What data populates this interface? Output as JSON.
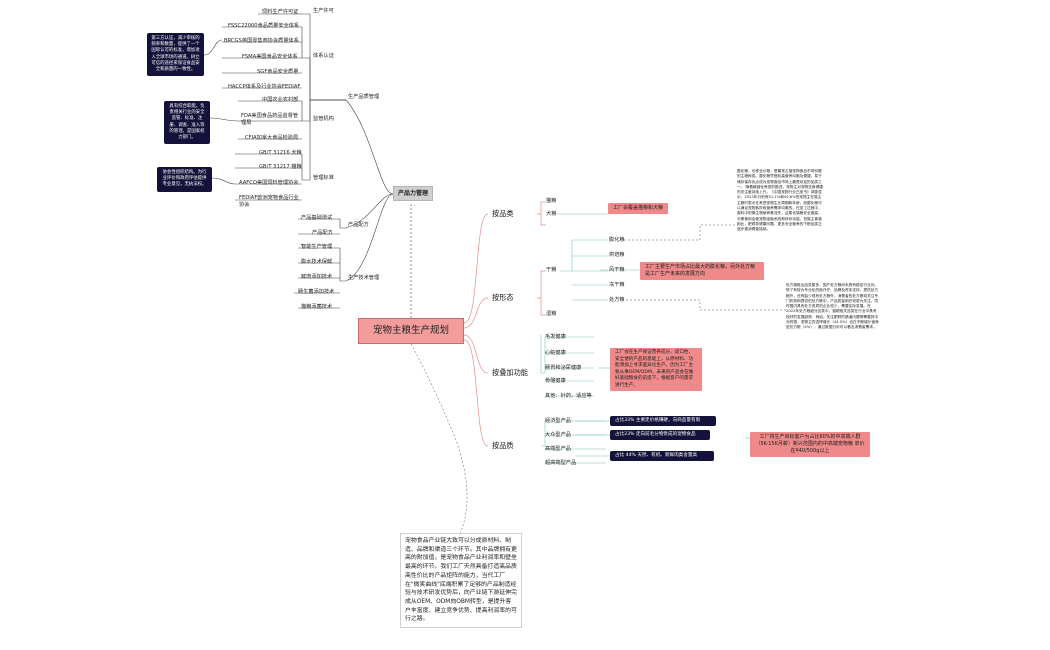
{
  "root": {
    "title": "宠物主粮生产规划"
  },
  "management": {
    "title": "产品力管理",
    "production_mgmt": {
      "label": "生产品质管理",
      "permits": {
        "label": "生产许可",
        "items": [
          "饲料生产许可证"
        ]
      },
      "certification": {
        "label": "体系认证",
        "items": [
          "FSSC22000食品质量安全体系",
          "BRCGS英国零售商协会质量体系",
          "FSMA美国食品安全体系",
          "SGF食品安全质量",
          "HACCP体系及行业协会FEDIAF"
        ]
      },
      "regulators": {
        "label": "监管机构",
        "items": [
          "中国农业农村部",
          "FDA美国食品药品监督管理局",
          "CFIA加拿大食品检验局"
        ]
      },
      "standards": {
        "label": "管理标准",
        "items": [
          "GB/T 31216 犬粮",
          "GB/T 31217 猫粮",
          "AAFCO美国饲料管理协会",
          "FEDIAF欧洲宠物食品行业协会"
        ]
      }
    },
    "formula_mgmt": {
      "label": "产品配方",
      "items": [
        "产品基础测试",
        "产品配方"
      ]
    },
    "tech_mgmt": {
      "label": "生产技术管理",
      "items": [
        "智能生产管理",
        "膨水技术保鲜",
        "鲜肉添加技术",
        "肠生菌添加技术",
        "猫粮添菌技术"
      ]
    }
  },
  "notes_left": [
    "第三方认证，减少审核的频率和数量，提供了一个国际认可的标准，增加进入全球市场的通道。树立可信的途径来保证食品安全和质量的一致性。",
    "具有综合职能。负责相关行业的安全监管、标准、注册、调查、准入等的管理，是国家权力部门。",
    "协会性组织结构。为行业评价和政府评估提供专业意见，无执法权。"
  ],
  "branches": {
    "by_category": {
      "label": "按品类",
      "items": [
        "猫粮",
        "犬粮"
      ],
      "callout": "工厂会覆盖猫粮和犬粮"
    },
    "by_form": {
      "label": "按形态",
      "dry": {
        "label": "干粮",
        "items": [
          "膨化粮",
          "烘焙粮",
          "风干粮",
          "冻干粮",
          "处方粮"
        ]
      },
      "wet": {
        "label": "湿粮"
      },
      "callout": "工厂主要生产市场占比最大的膨化粮，另外处方粮是工厂生产未来的发展方向"
    },
    "by_function": {
      "label": "按叠加功能",
      "items": [
        "毛发健康",
        "心脏健康",
        "肠胃和泌尿健康",
        "骨骼健康",
        "其他：针药、适应等"
      ],
      "callout": "工厂会在生产保证营养成分、适口性、安全便的产品的基础上，从原材料、功能添加上寻求差异化生产。因为工厂主要从事OEM/ODM，未来的产品会在做好基础粮食的前提下，根据客户的需求进行生产。"
    },
    "by_quality": {
      "label": "按品质",
      "items": [
        "经济型产品",
        "大众型产品",
        "高端型产品",
        "超高端型产品"
      ],
      "shares": [
        "占比33% 主要走价格赚硬，向商品量有限",
        "占比23% 走向前毛分物贵成的宠物食品",
        "占比 44% 天然、有机、新鲜肉类含量高"
      ],
      "callout": "工厂将生产目标客户为占比60%的中高端人群（5K-15K月薪）新兴范围内的中高端宠物粮 单价在¥40/500g以上"
    }
  },
  "side_note_top": "膨化粮，也称全价粮，是最常占猫宠物食品市场份额的主粮种类。膨化粮凭借较高营养均衡及便捷，易于储存保存优点成为宠物食品市场上最受欢迎的品类之一。\n随着精细化养宠的推进，宠物主对宠物饮食健康的关注度持续上升。《中国宠物行业白皮书》调查显示，2023年分别有51.1%和49.6%的宠物主在猫主主粮时表示在考虑宠物生长周期和年龄，而膨化粮可以满足宠物各阶段营养需求均衡的。在加工过程中，原料中的微生物营养素流失，且膨化猫粮安全度高，长期食用会使宠物油脂系统和体状功能。但猫主食猫相比，肥胖导健康问题，更多安全营养的干粮品类正逐步被消费者接纳。",
  "side_note_bottom": "处方粮推出品类繁多，国产处方粮尚未具有稳定行业问。除了有较为专业化的医疗疗、品牌及资本支持、提供处方粮外，还有缺少现有处方粮外，消费者的处方粮将关注专门机构和提供的处方粮中，产品质量和疗效更为关注，同时国内具有处方资质的企业较少，需要实际发展。在2022年处方粮细分品类中，猫粮相关品类在行业中具有较好的发展趋势，例如，关注肥胖的肠道问题等需要其中对药物、宠物主的选择增长（44.5%）也在不断增长营养型处方粮（4%），通过数据分析可以看出消费者需求。",
  "bottom_note": "宠物食品产业链大致可以分成原材料、制造、品牌和渠道三个环节。其中品牌拥有更高的附加值，是宠物食品产业利润率和壁垒最高的环节。我们工厂天然具备打造高品质高性价比的产品矩阵的能力，当代工厂在\"微笑曲线\"底端积累了足够的产品制造经验与技术研发优势后，向产业链下游延伸完成从OEM、ODM向OBM转型，是提升客户丰富度、建立竞争优势、提高利润率的可行之路。"
}
